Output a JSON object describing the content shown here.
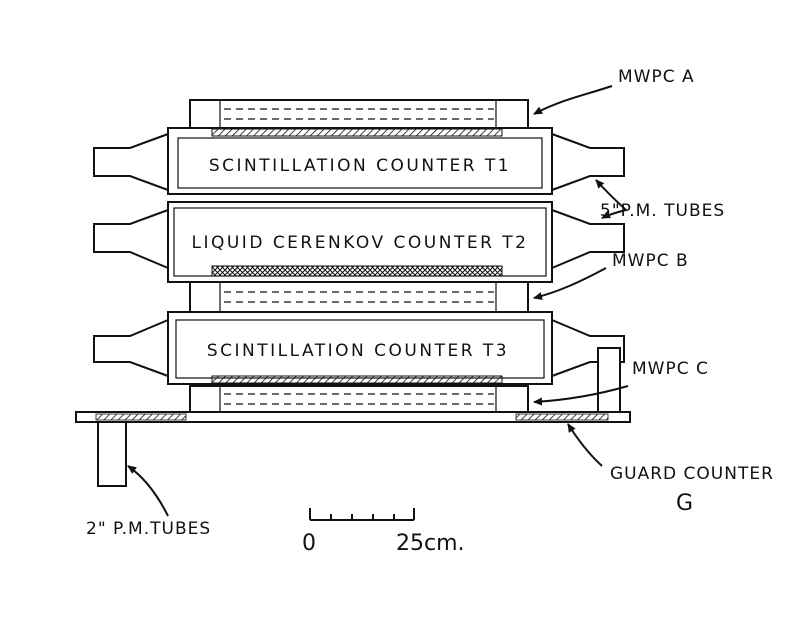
{
  "labels": {
    "mwpc_a": "MWPC A",
    "mwpc_b": "MWPC B",
    "mwpc_c": "MWPC C",
    "pm_tubes_5in": "5\"P.M. TUBES",
    "pm_tubes_2in": "2\" P.M.TUBES",
    "guard_counter": "GUARD COUNTER",
    "guard_counter_letter": "G"
  },
  "counters": {
    "t1": "SCINTILLATION COUNTER T1",
    "t2": "LIQUID CERENKOV COUNTER T2",
    "t3": "SCINTILLATION COUNTER T3"
  },
  "scale": {
    "zero": "0",
    "end": "25cm."
  },
  "colors": {
    "ink": "#111111",
    "background": "#ffffff"
  }
}
